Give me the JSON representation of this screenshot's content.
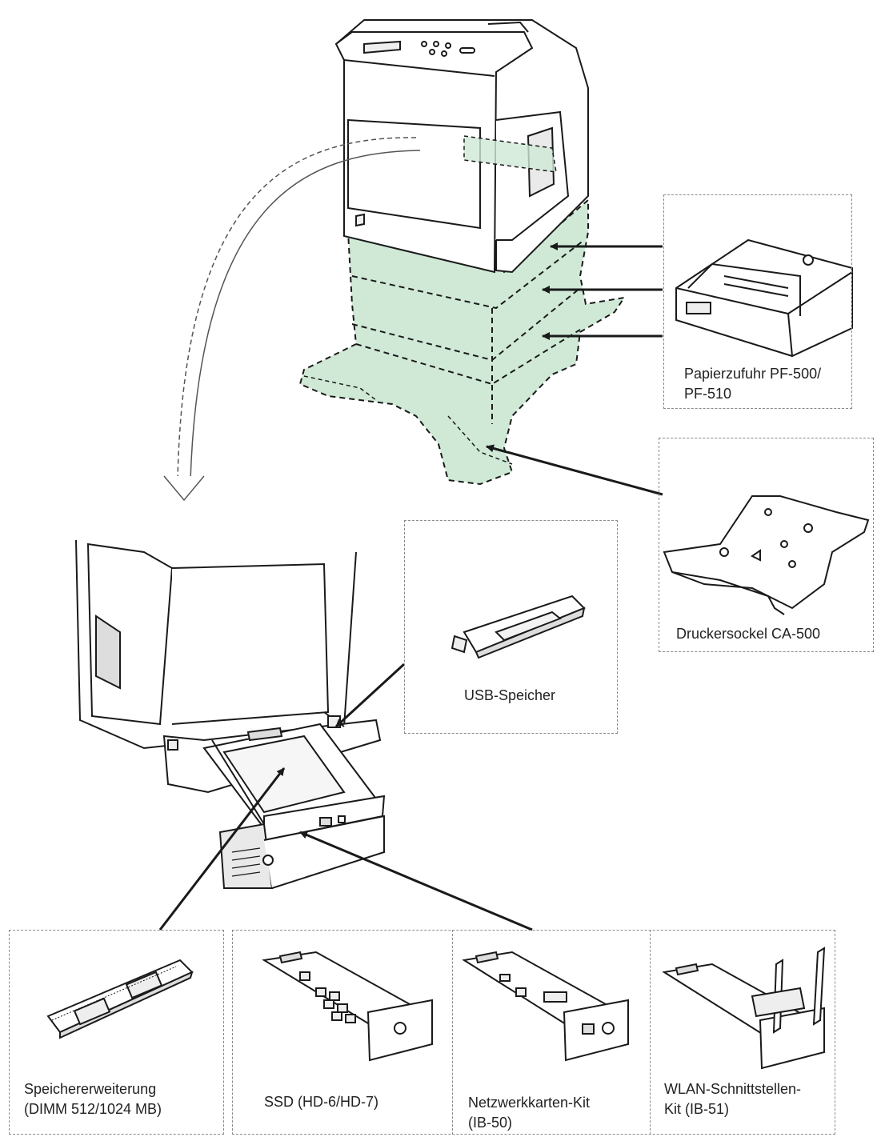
{
  "options": {
    "paper_feeder": "Papierzufuhr PF-500/\nPF-510",
    "printer_stand": "Druckersockel CA-500",
    "usb_memory": "USB-Speicher",
    "memory_expansion": "Speichererweiterung\n(DIMM 512/1024 MB)",
    "ssd": "SSD (HD-6/HD-7)",
    "network_card": "Netzwerkkarten-Kit\n(IB-50)",
    "wlan": "WLAN-Schnittstellen-\nKit (IB-51)"
  },
  "colors": {
    "option_fill": "#cfe9d6",
    "line": "#1a1a1a",
    "box_border": "#8a8a8a"
  }
}
